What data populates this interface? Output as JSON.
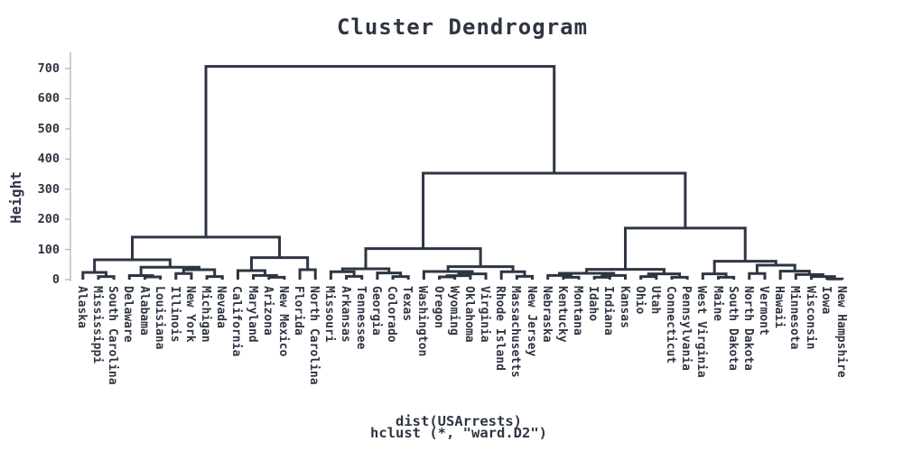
{
  "title": "Cluster Dendrogram",
  "y_axis": {
    "label": "Height",
    "ticks": [
      "0",
      "100",
      "200",
      "300",
      "400",
      "500",
      "600",
      "700"
    ]
  },
  "caption": {
    "line1": "dist(USArrests)",
    "line2": "hclust (*, \"ward.D2\")"
  },
  "colors": {
    "ink": "#2e3542",
    "axis_line": "#b9bac1",
    "background": "#ffffff"
  },
  "chart_data": {
    "type": "dendrogram",
    "title": "Cluster Dendrogram",
    "ylabel": "Height",
    "ylim": [
      0,
      700
    ],
    "grid": false,
    "leaves": [
      "Alaska",
      "Mississippi",
      "South Carolina",
      "Delaware",
      "Alabama",
      "Louisiana",
      "Illinois",
      "New York",
      "Michigan",
      "Nevada",
      "California",
      "Maryland",
      "Arizona",
      "New Mexico",
      "Florida",
      "North Carolina",
      "Missouri",
      "Arkansas",
      "Tennessee",
      "Georgia",
      "Colorado",
      "Texas",
      "Washington",
      "Oregon",
      "Wyoming",
      "Oklahoma",
      "Virginia",
      "Rhode Island",
      "Massachusetts",
      "New Jersey",
      "Nebraska",
      "Kentucky",
      "Montana",
      "Idaho",
      "Indiana",
      "Kansas",
      "Ohio",
      "Utah",
      "Connecticut",
      "Pennsylvania",
      "West Virginia",
      "Maine",
      "South Dakota",
      "North Dakota",
      "Vermont",
      "Hawaii",
      "Minnesota",
      "Wisconsin",
      "Iowa",
      "New Hampshire"
    ],
    "merges": [
      707,
      [
        141,
        [
          66,
          [
            24,
            "Alaska",
            [
              10,
              "Mississippi",
              "South Carolina"
            ]
          ],
          [
            41,
            [
              13.5,
              "Delaware",
              [
                9,
                "Alabama",
                "Louisiana"
              ]
            ],
            [
              33,
              [
                20,
                "Illinois",
                "New York"
              ],
              [
                10,
                "Michigan",
                "Nevada"
              ]
            ]
          ]
        ],
        [
          73,
          [
            30,
            "California",
            [
              14,
              "Maryland",
              [
                8,
                "Arizona",
                "New Mexico"
              ]
            ]
          ],
          [
            33,
            "Florida",
            "North Carolina"
          ]
        ]
      ],
      [
        353,
        [
          103,
          [
            36,
            [
              26,
              "Missouri",
              [
                11,
                "Arkansas",
                "Tennessee"
              ]
            ],
            [
              22,
              "Georgia",
              [
                10,
                "Colorado",
                "Texas"
              ]
            ]
          ],
          [
            43,
            [
              27,
              "Washington",
              [
                19,
                [
                  13,
                  [
                    9,
                    "Oregon",
                    "Wyoming"
                  ],
                  "Oklahoma"
                ],
                "Virginia"
              ]
            ],
            [
              26,
              "Rhode Island",
              [
                11,
                "Massachusetts",
                "New Jersey"
              ]
            ]
          ]
        ],
        [
          171,
          [
            34,
            [
              21,
              [
                14,
                "Nebraska",
                [
                  8,
                  "Kentucky",
                  "Montana"
                ]
              ],
              [
                14,
                [
                  8,
                  "Idaho",
                  "Indiana"
                ],
                "Kansas"
              ]
            ],
            [
              19,
              [
                10,
                "Ohio",
                "Utah"
              ],
              [
                8,
                "Connecticut",
                "Pennsylvania"
              ]
            ]
          ],
          [
            61,
            [
              19,
              "West Virginia",
              [
                8,
                "Maine",
                "South Dakota"
              ]
            ],
            [
              48,
              [
                20,
                "North Dakota",
                "Vermont"
              ],
              [
                28,
                "Hawaii",
                [
                  17,
                  "Minnesota",
                  [
                    10,
                    "Wisconsin",
                    [
                      2.3,
                      "Iowa",
                      "New Hampshire"
                    ]
                  ]
                ]
              ]
            ]
          ]
        ]
      ]
    ]
  }
}
